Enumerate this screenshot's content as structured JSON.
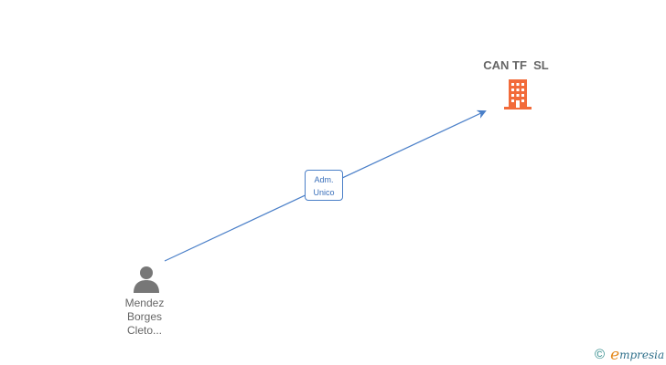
{
  "company": {
    "name": "CAN TF  SL",
    "icon": "building-icon",
    "icon_color": "#f26b3a"
  },
  "person": {
    "name_lines": [
      "Mendez",
      "Borges",
      "Cleto..."
    ],
    "icon": "person-icon",
    "icon_color": "#777777"
  },
  "relation": {
    "label_lines": [
      "Adm.",
      "Unico"
    ],
    "line_color": "#4a7fc8"
  },
  "watermark": {
    "copyright_symbol": "©",
    "brand_initial": "e",
    "brand_rest": "mpresia"
  }
}
